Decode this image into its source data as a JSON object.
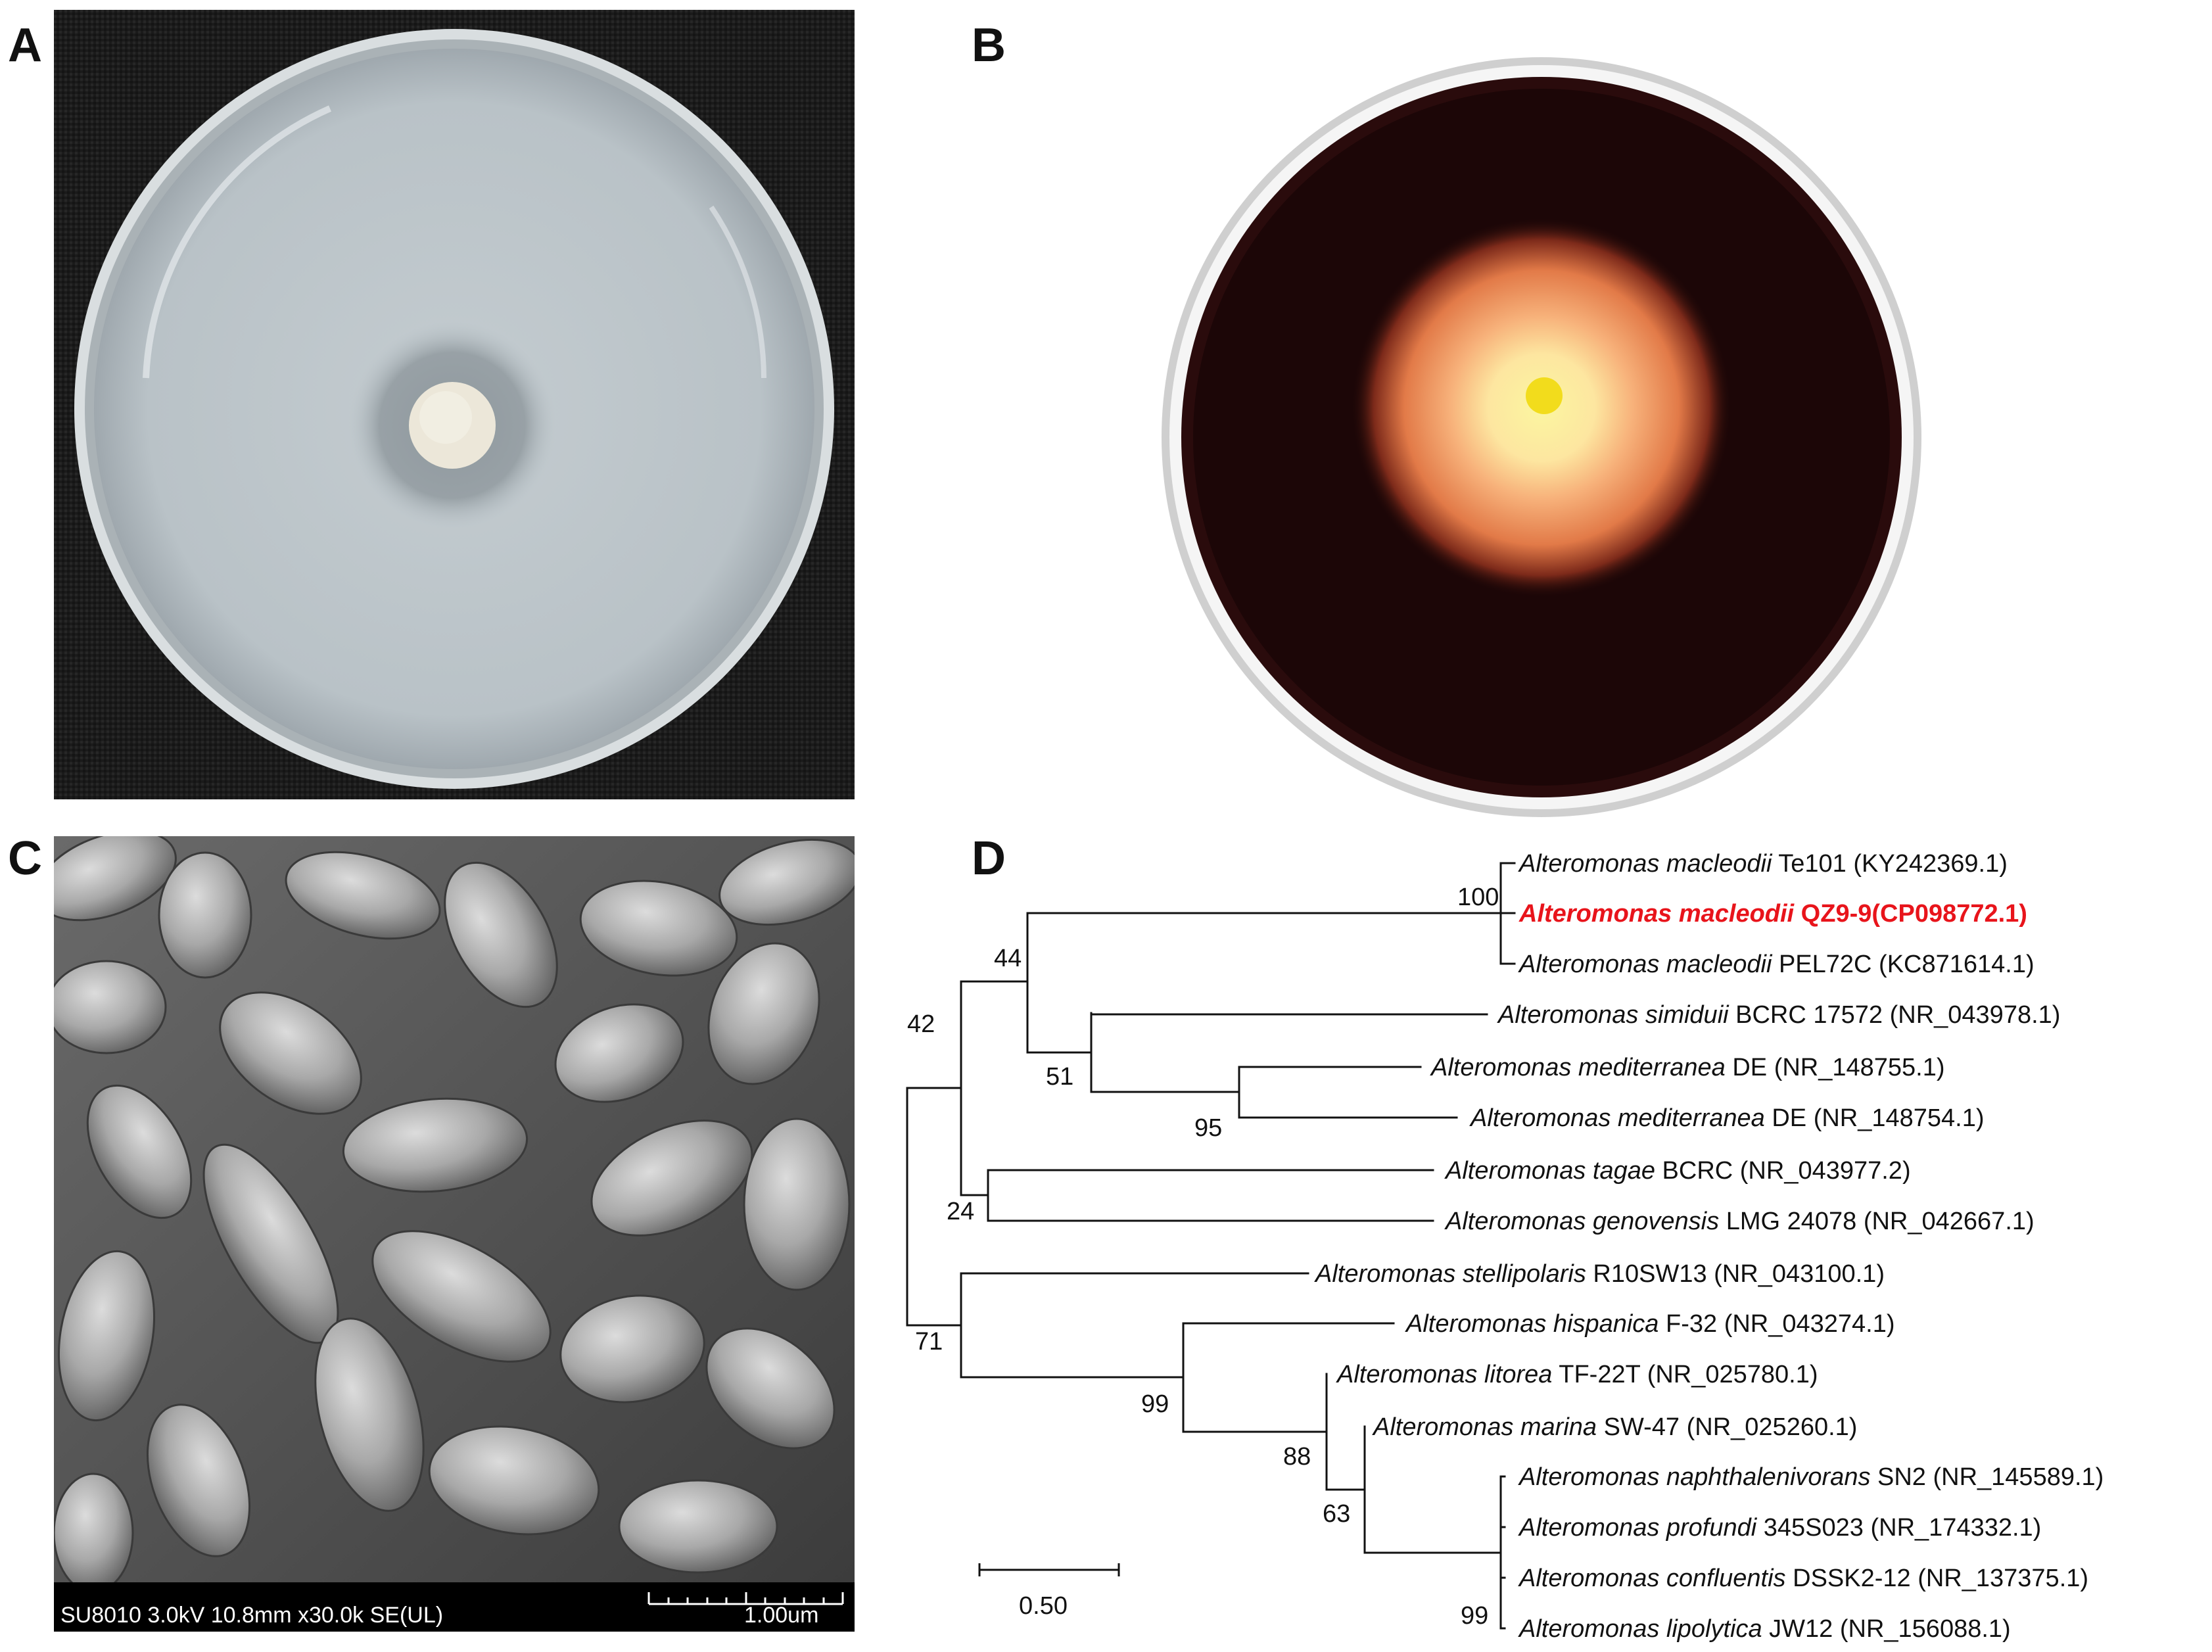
{
  "panels": {
    "a": {
      "letter": "A"
    },
    "b": {
      "letter": "B"
    },
    "c": {
      "letter": "C",
      "sem_info": "SU8010 3.0kV 10.8mm x30.0k SE(UL)",
      "scale_label": "1.00um"
    },
    "d": {
      "letter": "D",
      "scale_label": "0.50"
    }
  },
  "tree": {
    "highlight_color": "#e8141b",
    "taxa": [
      {
        "genus_species": "Alteromonas macleodii",
        "strain": "Te101",
        "accession": "(KY242369.1)",
        "highlight": false
      },
      {
        "genus_species": "Alteromonas macleodii",
        "strain": "QZ9-9(CP098772.1)",
        "accession": "",
        "highlight": true
      },
      {
        "genus_species": "Alteromonas macleodii",
        "strain": "PEL72C",
        "accession": "(KC871614.1)",
        "highlight": false
      },
      {
        "genus_species": "Alteromonas simiduii",
        "strain": "BCRC 17572",
        "accession": "(NR_043978.1)",
        "highlight": false
      },
      {
        "genus_species": "Alteromonas mediterranea",
        "strain": "DE",
        "accession": "(NR_148755.1)",
        "highlight": false
      },
      {
        "genus_species": "Alteromonas mediterranea",
        "strain": "DE",
        "accession": "(NR_148754.1)",
        "highlight": false
      },
      {
        "genus_species": "Alteromonas tagae",
        "strain": "BCRC",
        "accession": "(NR_043977.2)",
        "highlight": false
      },
      {
        "genus_species": "Alteromonas genovensis",
        "strain": "LMG 24078",
        "accession": "(NR_042667.1)",
        "highlight": false
      },
      {
        "genus_species": "Alteromonas stellipolaris",
        "strain": "R10SW13",
        "accession": "(NR_043100.1)",
        "highlight": false
      },
      {
        "genus_species": "Alteromonas hispanica",
        "strain": "F-32",
        "accession": "(NR_043274.1)",
        "highlight": false
      },
      {
        "genus_species": "Alteromonas litorea",
        "strain": "TF-22T",
        "accession": "(NR_025780.1)",
        "highlight": false
      },
      {
        "genus_species": "Alteromonas marina",
        "strain": "SW-47",
        "accession": "(NR_025260.1)",
        "highlight": false
      },
      {
        "genus_species": "Alteromonas naphthalenivorans",
        "strain": "SN2",
        "accession": "(NR_145589.1)",
        "highlight": false
      },
      {
        "genus_species": "Alteromonas profundi",
        "strain": "345S023",
        "accession": "(NR_174332.1)",
        "highlight": false
      },
      {
        "genus_species": "Alteromonas confluentis",
        "strain": "DSSK2-12",
        "accession": "(NR_137375.1)",
        "highlight": false
      },
      {
        "genus_species": "Alteromonas lipolytica",
        "strain": "JW12",
        "accession": "(NR_156088.1)",
        "highlight": false
      }
    ],
    "bootstraps": [
      "100",
      "44",
      "42",
      "51",
      "95",
      "24",
      "71",
      "99",
      "88",
      "63",
      "99"
    ]
  }
}
